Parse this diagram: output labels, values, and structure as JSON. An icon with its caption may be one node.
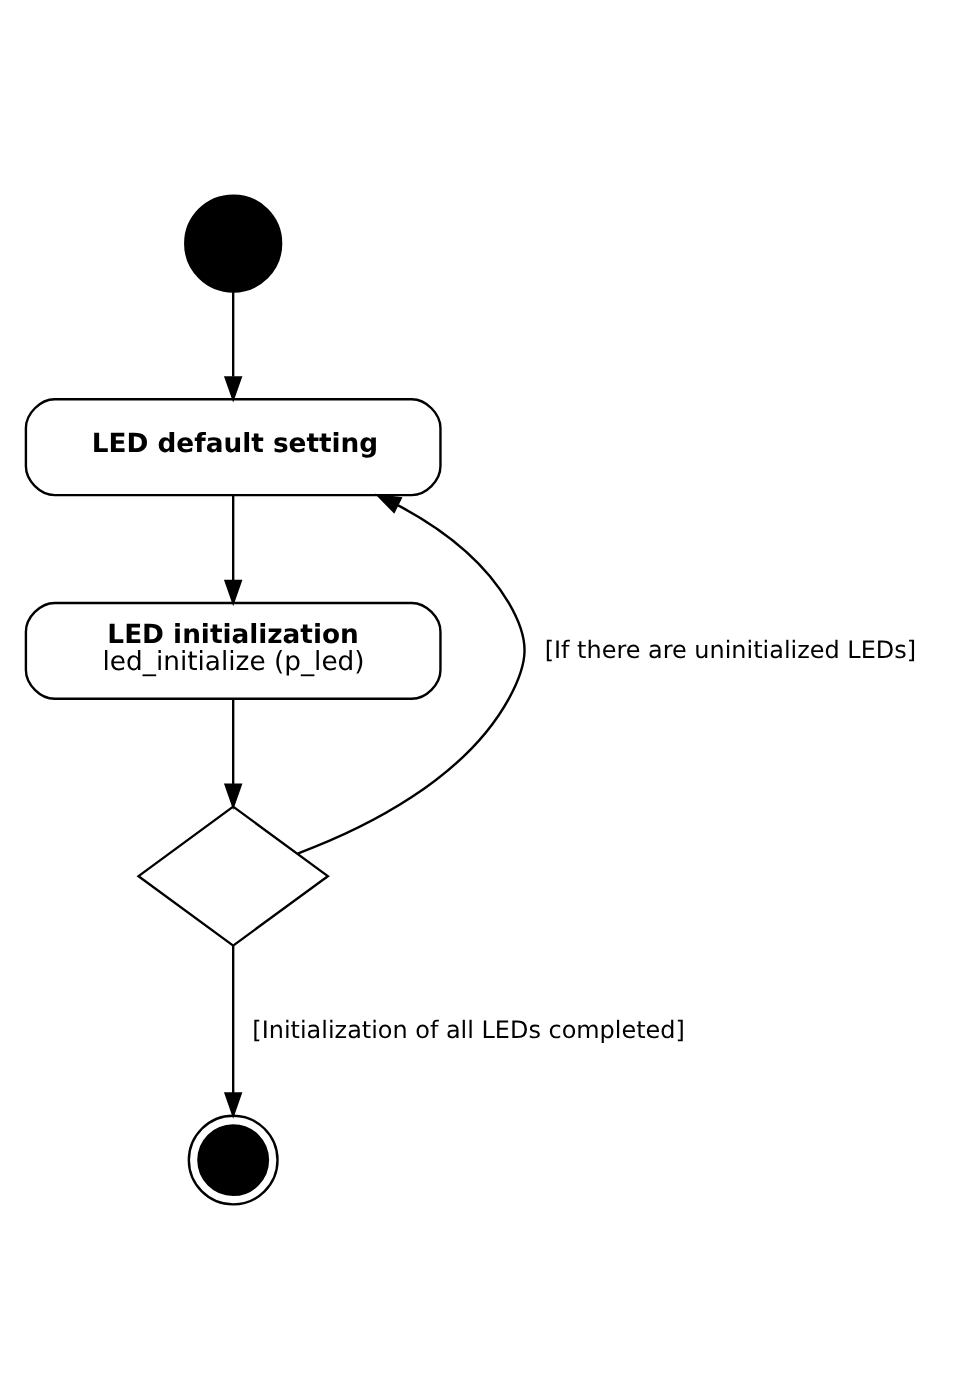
{
  "diagram": {
    "nodes": [
      {
        "text": [],
        "shape": "circle"
      },
      {
        "text": [
          "LED default setting"
        ]
      },
      {
        "text": [
          "LED initialization",
          "led_initialize (p_led)"
        ]
      },
      {
        "text": [],
        "shape": "diamond"
      },
      {
        "text": [],
        "shape": "circle"
      }
    ],
    "edges": [
      {
        "from": 0,
        "to": 1,
        "arrow": "to"
      },
      {
        "from": 1,
        "to": 2,
        "arrow": "to"
      },
      {
        "from": 2,
        "to": 3,
        "arrow": "to"
      },
      {
        "from": 3,
        "to": 1,
        "arrow": "to",
        "label": "[If there are uninitialized LEDs]"
      },
      {
        "from": 3,
        "to": 4,
        "arrow": "to",
        "label": "[Initialization of all LEDs completed]"
      }
    ]
  }
}
